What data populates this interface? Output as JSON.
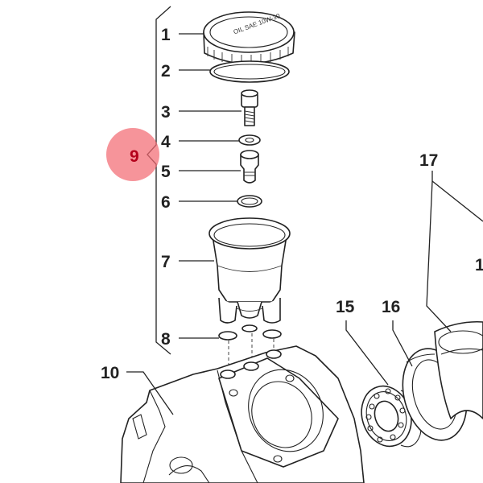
{
  "labels": {
    "l1": "1",
    "l2": "2",
    "l3": "3",
    "l4": "4",
    "l5": "5",
    "l6": "6",
    "l7": "7",
    "l8": "8",
    "l9": "9",
    "l10": "10",
    "l15": "15",
    "l16": "16",
    "l17": "17",
    "l1x": "1"
  },
  "cap_text": "OIL SAE 10W-30",
  "colors": {
    "highlight": "#f26b73",
    "ink": "#222222"
  }
}
